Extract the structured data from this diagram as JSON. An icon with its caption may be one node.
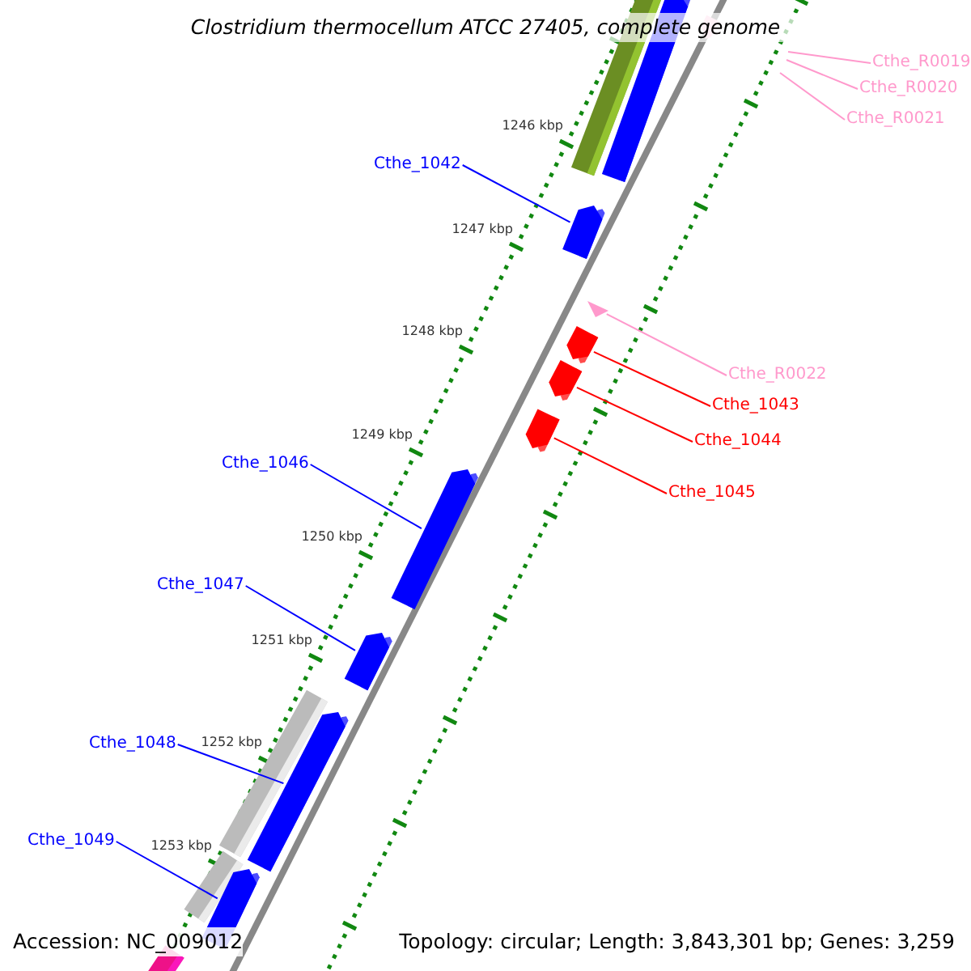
{
  "diagram": {
    "title": "Clostridium thermocellum ATCC 27405, complete genome",
    "nodes": [
      {
        "text": [
          "Cthe_R0019"
        ]
      },
      {
        "text": [
          "Cthe_R0020"
        ]
      },
      {
        "text": [
          "Cthe_R0021"
        ]
      },
      {
        "text": [
          "Cthe_1042"
        ]
      },
      {
        "text": [
          "Cthe_R0022"
        ]
      },
      {
        "text": [
          "Cthe_1043"
        ]
      },
      {
        "text": [
          "Cthe_1044"
        ]
      },
      {
        "text": [
          "Cthe_1045"
        ]
      },
      {
        "text": [
          "Cthe_1046"
        ]
      },
      {
        "text": [
          "Cthe_1047"
        ]
      },
      {
        "text": [
          "Cthe_1048"
        ]
      },
      {
        "text": [
          "Cthe_1049"
        ]
      },
      {
        "text": [],
        "shape": "bar"
      },
      {
        "text": [],
        "shape": "triangle"
      },
      {
        "text": [],
        "shape": "bar"
      },
      {
        "text": [],
        "shape": "bar"
      },
      {
        "text": [],
        "shape": "bar"
      },
      {
        "text": [],
        "shape": "bar"
      },
      {
        "text": [],
        "shape": "bar"
      },
      {
        "text": [],
        "shape": "bar"
      },
      {
        "text": [],
        "shape": "bar"
      }
    ],
    "edges": [
      {
        "from": 0,
        "to": null,
        "arrow": "none",
        "color": "#ff99cc"
      },
      {
        "from": 1,
        "to": null,
        "arrow": "none",
        "color": "#ff99cc"
      },
      {
        "from": 2,
        "to": null,
        "arrow": "none",
        "color": "#ff99cc"
      },
      {
        "from": 3,
        "to": 12,
        "arrow": "none"
      },
      {
        "from": 4,
        "to": 13,
        "arrow": "none",
        "color": "#ff99cc"
      },
      {
        "from": 5,
        "to": 14,
        "arrow": "none",
        "color": "#ff0000"
      },
      {
        "from": 6,
        "to": 15,
        "arrow": "none",
        "color": "#ff0000"
      },
      {
        "from": 7,
        "to": 16,
        "arrow": "none",
        "color": "#ff0000"
      },
      {
        "from": 8,
        "to": 17,
        "arrow": "none"
      },
      {
        "from": 9,
        "to": 18,
        "arrow": "none"
      },
      {
        "from": 10,
        "to": 19,
        "arrow": "none"
      },
      {
        "from": 11,
        "to": 20,
        "arrow": "none"
      }
    ],
    "labels": [
      "1246 kbp",
      "1247 kbp",
      "1248 kbp",
      "1249 kbp",
      "1250 kbp",
      "1251 kbp",
      "1252 kbp",
      "1253 kbp",
      "Accession: NC_009012",
      "Topology: circular; Length: 3,843,301 bp; Genes: 3,259"
    ]
  }
}
